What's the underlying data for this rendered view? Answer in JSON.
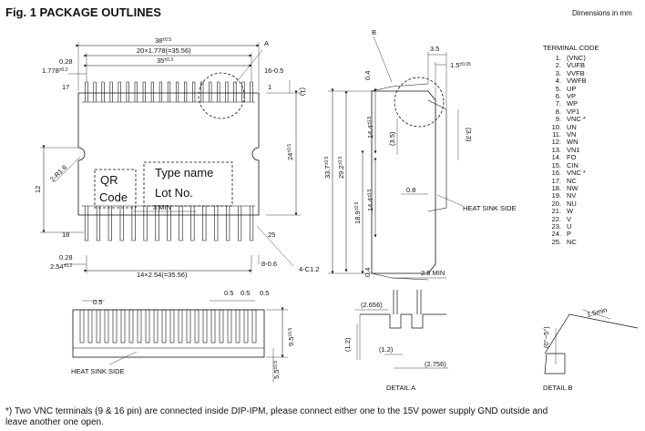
{
  "title": "Fig. 1 PACKAGE OUTLINES",
  "dimensions_note": "Dimensions in mm",
  "top_view": {
    "dim_38": "38",
    "dim_38_tol": "±0.5",
    "dim_pitch20": "20×1.778(=35.56)",
    "dim_35": "35",
    "dim_35_tol": "±0.3",
    "dim_028": "0.28",
    "dim_1778": "1.778",
    "dim_1778_tol": "±0.2",
    "dim_16_05": "16-0.5",
    "label_a": "A",
    "pin17": "17",
    "pin1": "1",
    "pin18": "18",
    "pin25": "25",
    "dim_1": "(1)",
    "dim_24": "24",
    "dim_24_tol": "±0.5",
    "dim_12": "12",
    "dim_2r16": "2-R1.6",
    "qr": "QR",
    "code": "Code",
    "type_name": "Type name",
    "lot_no": "Lot No.",
    "dim_3min": "3 MIN",
    "dim_028b": "0.28",
    "dim_254": "2.54",
    "dim_254_tol": "±0.2",
    "dim_pitch14": "14×2.54(=35.56)",
    "dim_8_06": "8-0.6",
    "dim_4c12": "4-C1.2"
  },
  "side_view": {
    "label_b": "B",
    "dim_35": "3.5",
    "dim_15": "1.5",
    "dim_15_tol": "±0.05",
    "dim_04a": "0.4",
    "dim_337": "33.7",
    "dim_337_tol": "±0.5",
    "dim_292": "29.2",
    "dim_292_tol": "±0.5",
    "dim_144a": "14.4",
    "dim_144a_tol": "±0.5",
    "dim_35p": "(3.5)",
    "dim_33p": "(3.3)",
    "dim_189": "18.9",
    "dim_189_tol": "±0.5",
    "dim_144b": "14.4",
    "dim_144b_tol": "±0.5",
    "dim_08": "0.8",
    "heat_sink_side": "HEAT SINK SIDE",
    "dim_04b": "0.4",
    "dim_25min": "2.5 MIN"
  },
  "bottom_view": {
    "dim_05a": "0.5",
    "dim_05b": "0.5",
    "dim_05c": "0.5",
    "dim_05d": "0.5",
    "dim_95": "9.5",
    "dim_95_tol": "±0.5",
    "dim_55": "5.5",
    "dim_55_tol": "±0.5",
    "heat_sink_side": "HEAT SINK SIDE"
  },
  "detail_a": {
    "dim_2656": "(2.656)",
    "dim_12a": "(1.2)",
    "dim_12b": "(1.2)",
    "dim_2756": "(2.756)",
    "caption": "DETAIL A"
  },
  "detail_b": {
    "dim_angle": "(0°~5°)",
    "dim_15min": "1.5min",
    "caption": "DETAIL B"
  },
  "terminal_code": {
    "title": "TERMINAL CODE",
    "items": [
      {
        "num": "1.",
        "name": "(VNC)"
      },
      {
        "num": "2.",
        "name": "VUFB"
      },
      {
        "num": "3.",
        "name": "VVFB"
      },
      {
        "num": "4.",
        "name": "VWFB"
      },
      {
        "num": "5.",
        "name": "UP"
      },
      {
        "num": "6.",
        "name": "VP"
      },
      {
        "num": "7.",
        "name": "WP"
      },
      {
        "num": "8.",
        "name": "VP1"
      },
      {
        "num": "9.",
        "name": "VNC *"
      },
      {
        "num": "10.",
        "name": "UN"
      },
      {
        "num": "11.",
        "name": "VN"
      },
      {
        "num": "12.",
        "name": "WN"
      },
      {
        "num": "13.",
        "name": "VN1"
      },
      {
        "num": "14.",
        "name": "FO"
      },
      {
        "num": "15.",
        "name": "CIN"
      },
      {
        "num": "16.",
        "name": "VNC *"
      },
      {
        "num": "17.",
        "name": "NC"
      },
      {
        "num": "18.",
        "name": "NW"
      },
      {
        "num": "19.",
        "name": "NV"
      },
      {
        "num": "20.",
        "name": "NU"
      },
      {
        "num": "21.",
        "name": "W"
      },
      {
        "num": "22.",
        "name": "V"
      },
      {
        "num": "23.",
        "name": "U"
      },
      {
        "num": "24.",
        "name": "P"
      },
      {
        "num": "25.",
        "name": "NC"
      }
    ]
  },
  "footnote": {
    "line1": "*) Two VNC terminals (9 & 16 pin) are connected inside DIP-IPM, please connect either one to the 15V power supply GND outside and",
    "line2": "leave another one open."
  }
}
